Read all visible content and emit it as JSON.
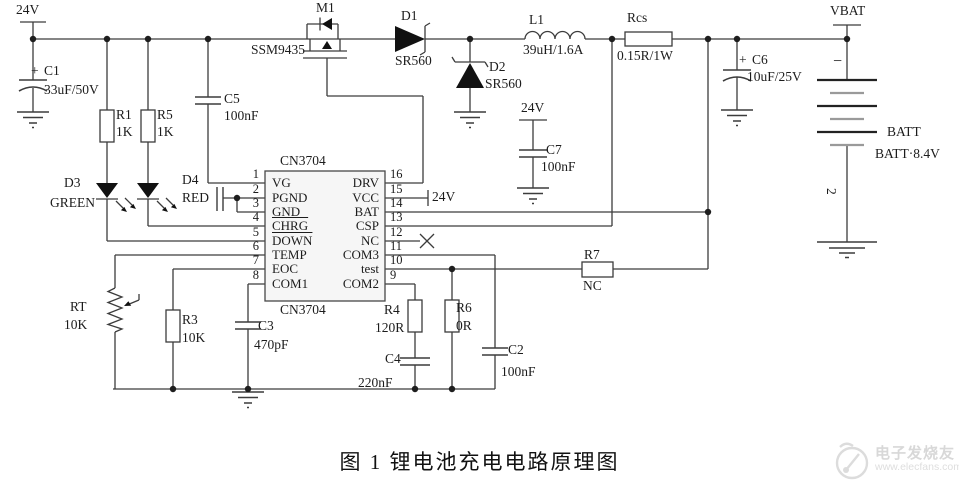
{
  "page": {
    "caption": "图 1 锂电池充电电路原理图"
  },
  "watermark": {
    "brand": "电子发烧友",
    "site": "www.elecfans.com"
  },
  "nets": {
    "input_24v": "24V",
    "vcc_24v": "24V",
    "aux_24v": "24V",
    "vbat": "VBAT"
  },
  "battery": {
    "label": "BATT",
    "voltage_label": "BATT·8.4V",
    "polarity": "−",
    "cell_mark": "2"
  },
  "components": {
    "c1": {
      "ref": "C1",
      "value": "33uF/50V",
      "polarity": "+"
    },
    "r1": {
      "ref": "R1",
      "value": "1K"
    },
    "r5": {
      "ref": "R5",
      "value": "1K"
    },
    "c5": {
      "ref": "C5",
      "value": "100nF"
    },
    "m1": {
      "ref": "M1",
      "part": "SSM9435"
    },
    "d1": {
      "ref": "D1",
      "part": "SR560"
    },
    "d2": {
      "ref": "D2",
      "part": "SR560"
    },
    "l1": {
      "ref": "L1",
      "value": "39uH/1.6A"
    },
    "rcs": {
      "ref": "Rcs",
      "value": "0.15R/1W"
    },
    "c6": {
      "ref": "C6",
      "value": "10uF/25V",
      "polarity": "+"
    },
    "c7": {
      "ref": "C7",
      "value": "100nF"
    },
    "d3": {
      "ref": "D3",
      "color": "GREEN"
    },
    "d4": {
      "ref": "D4",
      "color": "RED"
    },
    "rt": {
      "ref": "RT",
      "value": "10K"
    },
    "r3": {
      "ref": "R3",
      "value": "10K"
    },
    "c3": {
      "ref": "C3",
      "value": "470pF"
    },
    "r4": {
      "ref": "R4",
      "value": "120R"
    },
    "c4": {
      "ref": "C4",
      "value": "220nF"
    },
    "r6": {
      "ref": "R6",
      "value": "0R"
    },
    "c2": {
      "ref": "C2",
      "value": "100nF"
    },
    "r7": {
      "ref": "R7",
      "value": "NC"
    }
  },
  "ic": {
    "part": "CN3704",
    "part_bottom": "CN3704",
    "left_pins": [
      {
        "n": "1",
        "label": "VG"
      },
      {
        "n": "2",
        "label": "PGND"
      },
      {
        "n": "3",
        "label": "GND"
      },
      {
        "n": "4",
        "label": "CHRG"
      },
      {
        "n": "5",
        "label": "DOWN"
      },
      {
        "n": "6",
        "label": "TEMP"
      },
      {
        "n": "7",
        "label": "EOC"
      },
      {
        "n": "8",
        "label": "COM1"
      }
    ],
    "right_pins": [
      {
        "n": "16",
        "label": "DRV"
      },
      {
        "n": "15",
        "label": "VCC"
      },
      {
        "n": "14",
        "label": "BAT"
      },
      {
        "n": "13",
        "label": "CSP"
      },
      {
        "n": "12",
        "label": "NC"
      },
      {
        "n": "11",
        "label": "COM3"
      },
      {
        "n": "10",
        "label": "test"
      },
      {
        "n": "9",
        "label": "COM2"
      }
    ]
  },
  "colors": {
    "wire": "#3c3c3c",
    "watermark": "#d9d9d9"
  }
}
